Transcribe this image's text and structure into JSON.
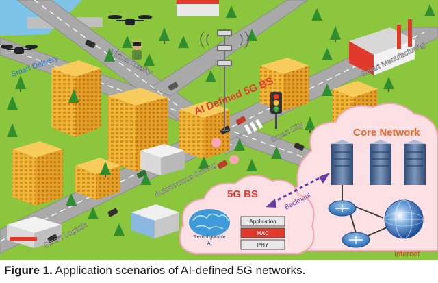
{
  "scene": {
    "road_labels": {
      "smart_delivery": "Smart Delivery",
      "virtual_reality": "Virtual Reality",
      "smart_manufacturing": "Smart Manufacturing",
      "smart_city": "Smart City",
      "autonomous_driving": "Autonomous Driving",
      "smart_logistic": "Smart Logistic"
    },
    "tower_label": "AI Defined 5G BS",
    "core_network": {
      "title": "Core Network",
      "internet_label": "Internet",
      "backhaul_label": "Backhaul"
    },
    "bs_cloud": {
      "title": "5G BS",
      "ai_label_line1": "Reconfigurable",
      "ai_label_line2": "AI",
      "layers": [
        "Application",
        "MAC",
        "PHY"
      ]
    },
    "colors": {
      "grass": "#8cc63e",
      "road": "#a9a9a9",
      "building": "#f2b53a",
      "cloud": "#fde0e3",
      "accent_red": "#e03a2d",
      "arrow": "#6a3aa8",
      "label_blue": "#1e6fd0"
    }
  },
  "caption": {
    "label": "Figure 1.",
    "text": " Application scenarios of AI-defined 5G networks."
  }
}
